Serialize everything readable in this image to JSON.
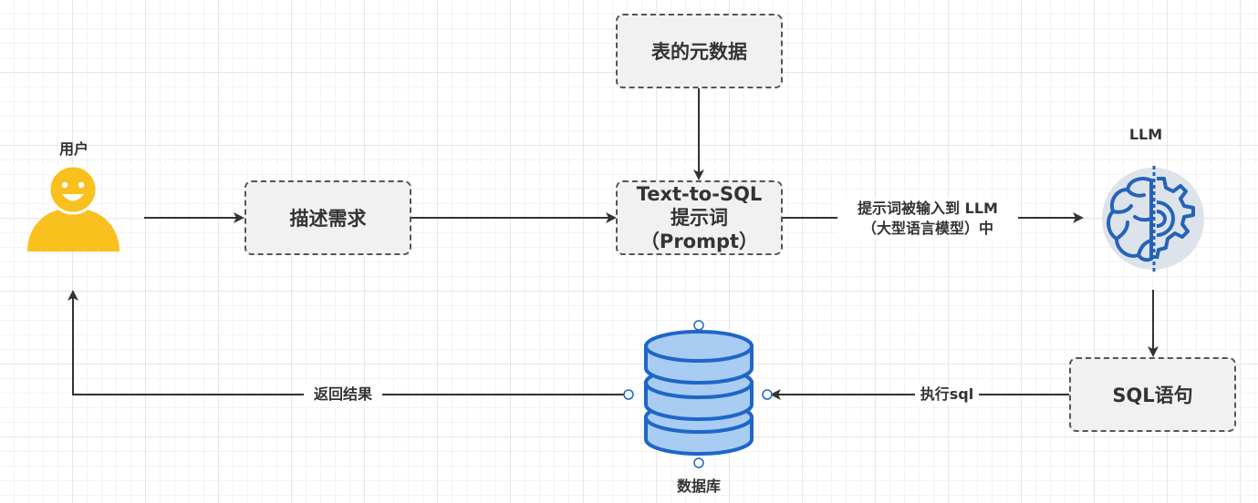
{
  "nodes": {
    "user_label": "用户",
    "describe_need": "描述需求",
    "table_metadata": "表的元数据",
    "prompt_line1": "Text-to-SQL",
    "prompt_line2": "提示词",
    "prompt_line3": "（Prompt）",
    "llm_label": "LLM",
    "sql_statement": "SQL语句",
    "database_label": "数据库"
  },
  "edges": {
    "prompt_to_llm_line1": "提示词被输入到 LLM",
    "prompt_to_llm_line2": "（大型语言模型）中",
    "execute_sql": "执行sql",
    "return_result": "返回结果"
  },
  "colors": {
    "user_icon": "#F9C11E",
    "database_fill": "#A9CCF2",
    "database_stroke": "#1E66C8",
    "llm_icon": "#2563B8",
    "llm_bg": "#DDE3EA",
    "arrow": "#333333",
    "box_fill": "#F1F1F1",
    "box_border": "#555555"
  }
}
